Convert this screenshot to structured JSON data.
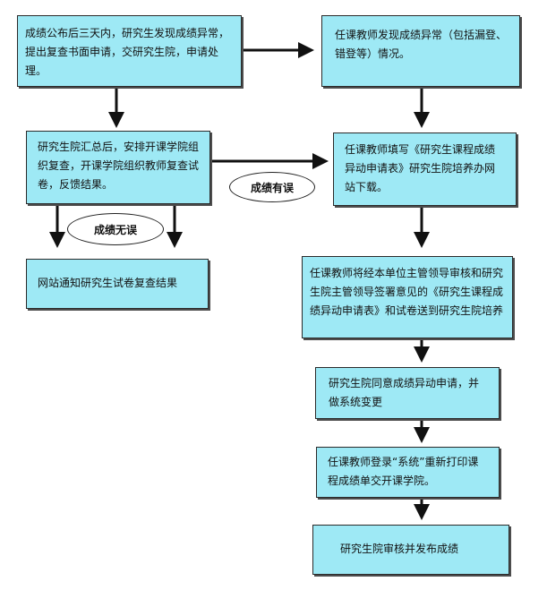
{
  "colors": {
    "box_fill": "#9ee9f5",
    "stroke": "#111111"
  },
  "boxes": {
    "b1": "成绩公布后三天内，研究生发现成绩异常，提出复查书面申请，交研究生院，申请处理。",
    "b2": "任课教师发现成绩异常（包括漏登、错登等）情况。",
    "b3": "研究生院汇总后，安排开课学院组织复查，开课学院组织教师复查试卷，反馈结果。",
    "b4": "任课教师填写《研究生课程成绩异动申请表》研究生院培养办网站下载。",
    "b5": "网站通知研究生试卷复查结果",
    "b6": "任课教师将经本单位主管领导审核和研究生院主管领导签署意见的《研究生课程成绩异动申请表》和试卷送到研究生院培养",
    "b7": "研究生院同意成绩异动申请，并做系统变更",
    "b8": "任课教师登录“系统”重新打印课程成绩单交开课学院。",
    "b9": "研究生院审核并发布成绩"
  },
  "labels": {
    "error": "成绩有误",
    "no_error": "成绩无误"
  }
}
